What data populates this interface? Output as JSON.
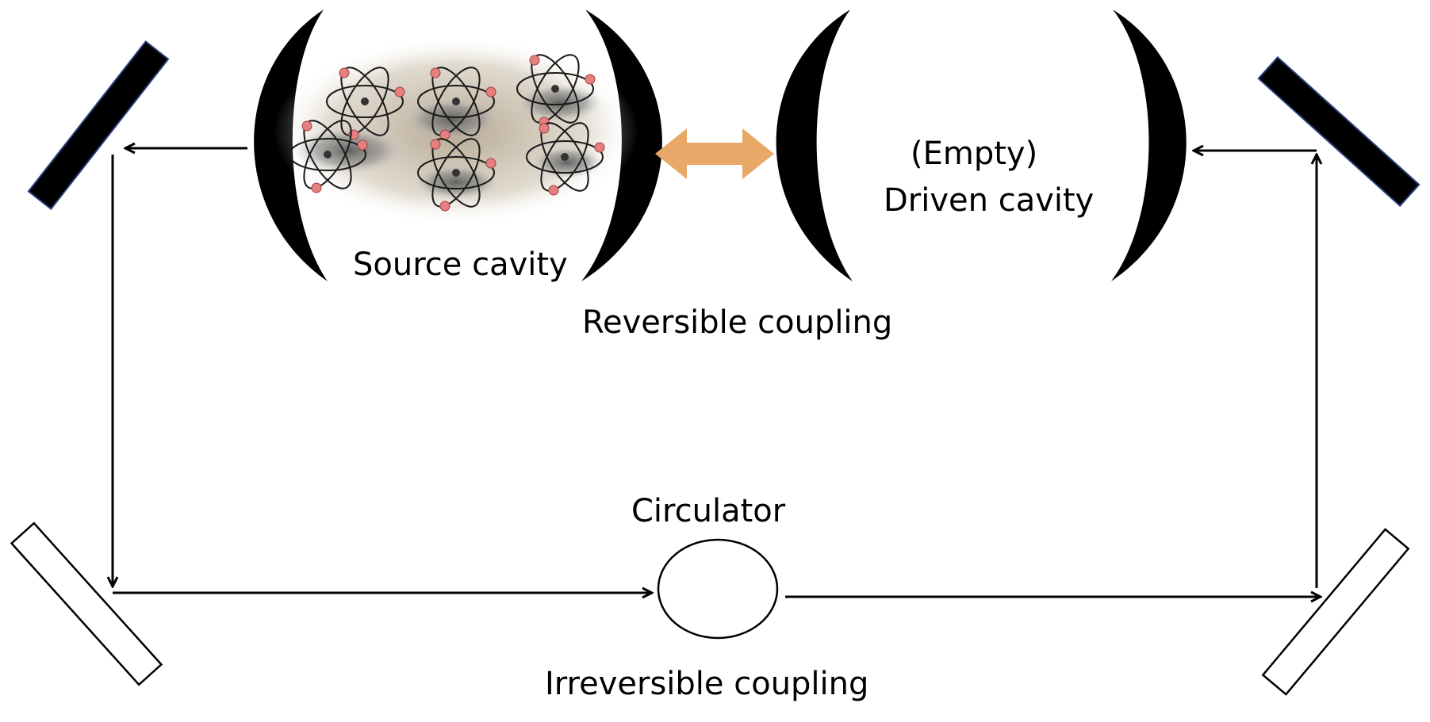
{
  "labels": {
    "source_cavity": "Source cavity",
    "empty": "(Empty)",
    "driven_cavity": "Driven cavity",
    "reversible_coupling": "Reversible coupling",
    "circulator": "Circulator",
    "irreversible_coupling": "Irreversible coupling"
  },
  "colors": {
    "ink": "#000000",
    "mirror_outline": "#2a3f7a",
    "coupling_arrow": "#e8a868",
    "atom_electron": "#e58080",
    "cloud": "#b5a792"
  },
  "icons": [
    "atom-icon",
    "mirror",
    "circulator",
    "double-arrow"
  ]
}
